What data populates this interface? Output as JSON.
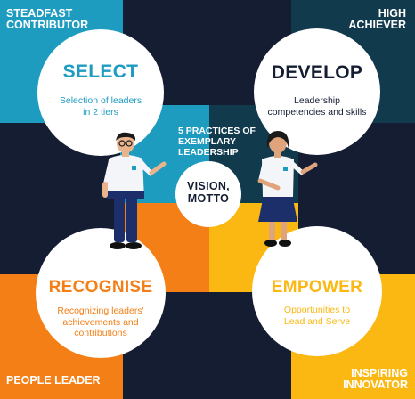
{
  "colors": {
    "background": "#151d33",
    "teal": "#1e9cc0",
    "dark_teal": "#123a4d",
    "orange": "#f57f17",
    "yellow": "#fbb813",
    "white": "#ffffff"
  },
  "corners": {
    "top_left": "STEADFAST\nCONTRIBUTOR",
    "top_right": "HIGH\nACHIEVER",
    "bottom_left": "PEOPLE LEADER",
    "bottom_right": "INSPIRING\nINNOVATOR"
  },
  "center": {
    "heading": "5 PRACTICES OF\nEXEMPLARY\nLEADERSHIP",
    "circle": "VISION,\nMOTTO"
  },
  "practices": [
    {
      "title": "SELECT",
      "desc": "Selection of leaders\nin 2 tiers",
      "color": "#1e9cc0"
    },
    {
      "title": "DEVELOP",
      "desc": "Leadership\ncompetencies and skills",
      "color": "#151d33"
    },
    {
      "title": "RECOGNISE",
      "desc": "Recognizing leaders'\nachievements and\ncontributions",
      "color": "#f57f17"
    },
    {
      "title": "EMPOWER",
      "desc": "Opportunities to\nLead and Serve",
      "color": "#fbb813"
    }
  ]
}
